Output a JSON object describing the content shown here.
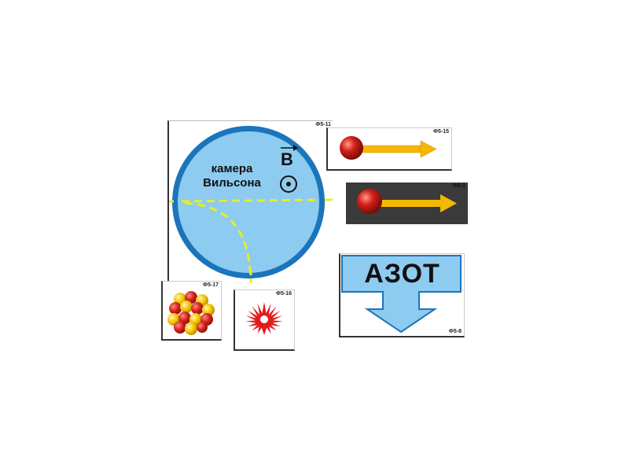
{
  "cloud_chamber": {
    "code": "Ф5-11",
    "title_line1": "камера",
    "title_line2": "Вильсона",
    "field_label": "B",
    "colors": {
      "ring": "#1b75bb",
      "fill": "#8ecbf0",
      "track": "#e8ee22"
    }
  },
  "particle_arrow_light": {
    "code": "Ф5-15",
    "colors": {
      "ball": "#d2211a",
      "arrow": "#f5b800"
    }
  },
  "particle_arrow_dark": {
    "code": "Ф5-1",
    "colors": {
      "background": "#3a3a3a",
      "ball": "#d2211a",
      "arrow": "#f5b800"
    }
  },
  "nitrogen_card": {
    "code": "Ф5-8",
    "label": "АЗОТ",
    "colors": {
      "fill": "#8ecbf0",
      "border": "#1b75bb"
    }
  },
  "nucleus_card": {
    "code": "Ф5-17",
    "colors": {
      "proton": "#d2211a",
      "neutron": "#f5c400"
    }
  },
  "flash_card": {
    "code": "Ф5-16",
    "colors": {
      "burst": "#e11b1b"
    }
  }
}
